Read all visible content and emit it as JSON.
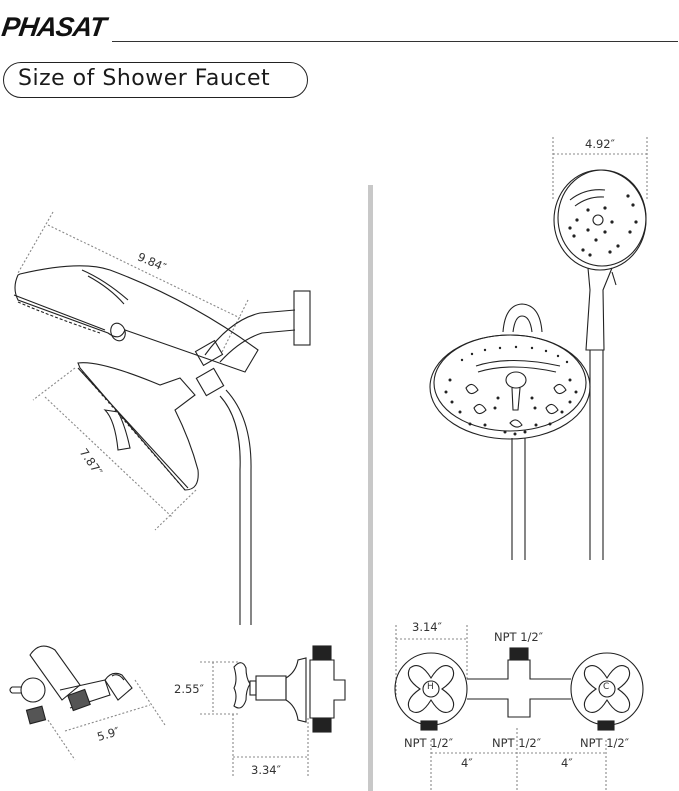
{
  "brand": {
    "name": "PHASAT"
  },
  "title": "Size of Shower Faucet",
  "colors": {
    "line": "#222222",
    "dimension_line": "#888888",
    "divider": "#c8c8c8",
    "thread": "#222222"
  },
  "side_view": {
    "handheld_length": "9.84″",
    "rain_head_diameter": "7.87″"
  },
  "front_view": {
    "handheld_diameter": "4.92″"
  },
  "diverter": {
    "length": "5.9″"
  },
  "valve_side": {
    "height": "2.55″",
    "depth": "3.34″"
  },
  "valve_front": {
    "handle_width": "3.14″",
    "top_outlet": "NPT 1/2″",
    "left_inlet": "NPT 1/2″",
    "center_outlet": "NPT 1/2″",
    "right_inlet": "NPT 1/2″",
    "left_spacing": "4″",
    "right_spacing": "4″",
    "hot_label": "H",
    "cold_label": "C"
  }
}
